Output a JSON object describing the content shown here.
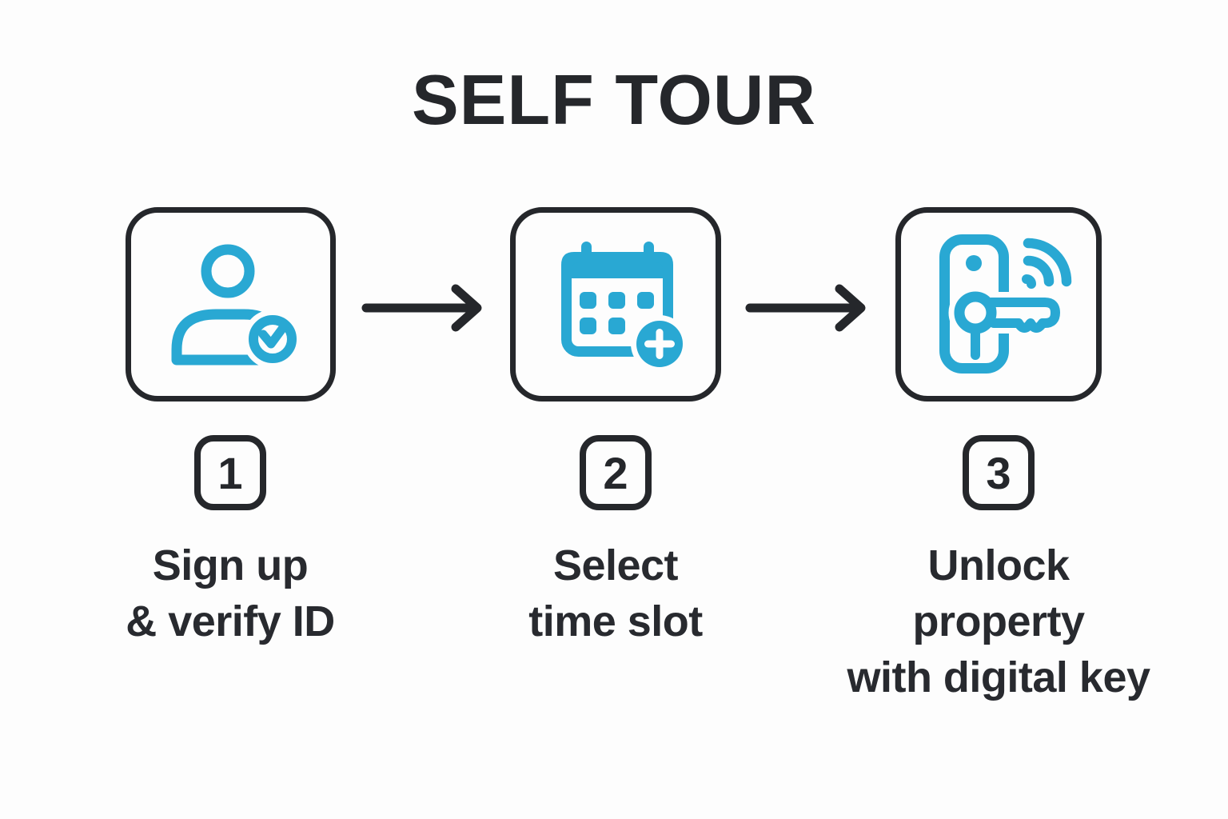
{
  "title": "SELF TOUR",
  "colors": {
    "accent": "#29a8d3",
    "ink": "#25272b",
    "background": "#fdfdfd"
  },
  "steps": [
    {
      "number": "1",
      "icon": "user-verified-icon",
      "label": "Sign up & verify ID",
      "label_lines": [
        "Sign up",
        "& verify ID"
      ]
    },
    {
      "number": "2",
      "icon": "calendar-add-icon",
      "label": "Select time slot",
      "label_lines": [
        "Select",
        "time slot"
      ]
    },
    {
      "number": "3",
      "icon": "smart-lock-key-icon",
      "label": "Unlock property with digital key",
      "label_lines": [
        "Unlock",
        "property",
        "with digital key"
      ]
    }
  ],
  "connectors": [
    {
      "icon": "arrow-right-icon"
    },
    {
      "icon": "arrow-right-icon"
    }
  ]
}
